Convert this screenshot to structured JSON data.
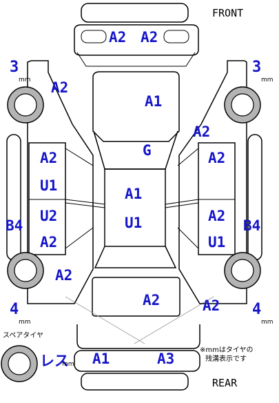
{
  "labels": {
    "front": "FRONT",
    "rear": "REAR",
    "spare_tire": "スペアタイヤ",
    "note_line1": "※mmはタイヤの",
    "note_line2": "残溝表示です"
  },
  "tread": {
    "front_left": "3",
    "front_right": "3",
    "rear_left": "4",
    "rear_right": "4",
    "unit": "mm",
    "spare_value": "レス",
    "spare_unit": "mm"
  },
  "codes": {
    "front_bumper_left": "A2",
    "front_bumper_right": "A2",
    "front_left_fender": "A2",
    "hood": "A1",
    "front_right_fender": "A2",
    "windshield": "G",
    "front_left_door_1": "A2",
    "front_left_door_2": "U1",
    "rear_left_door_1": "U2",
    "rear_left_door_2": "A2",
    "front_right_door": "A2",
    "rear_right_door_1": "A2",
    "rear_right_door_2": "U1",
    "roof_1": "A1",
    "roof_2": "U1",
    "left_sill": "B4",
    "right_sill": "B4",
    "rear_left_quarter": "A2",
    "trunk": "A2",
    "rear_right_quarter": "A2",
    "rear_bumper_left": "A1",
    "rear_bumper_right": "A3"
  },
  "colors": {
    "code_color": "#1414c8",
    "outline_color": "#000000"
  }
}
